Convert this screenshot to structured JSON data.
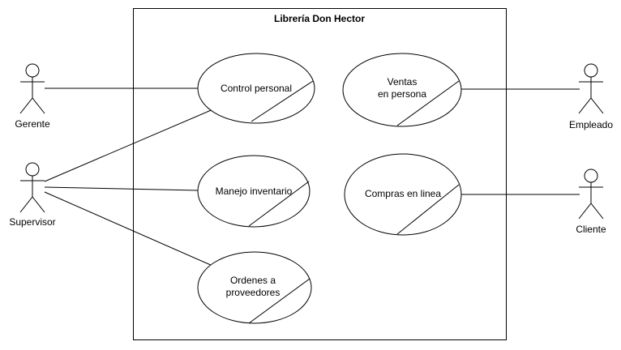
{
  "system": {
    "title": "Librería Don Hector"
  },
  "actors": {
    "gerente": "Gerente",
    "supervisor": "Supervisor",
    "empleado": "Empleado",
    "cliente": "Cliente"
  },
  "use_cases": {
    "control_personal": [
      "Control personal"
    ],
    "manejo_inventario": [
      "Manejo inventario"
    ],
    "ordenes_proveedores": [
      "Ordenes a",
      "proveedores"
    ],
    "ventas_persona": [
      "Ventas",
      "en persona"
    ],
    "compras_linea": [
      "Compras en linea"
    ]
  }
}
